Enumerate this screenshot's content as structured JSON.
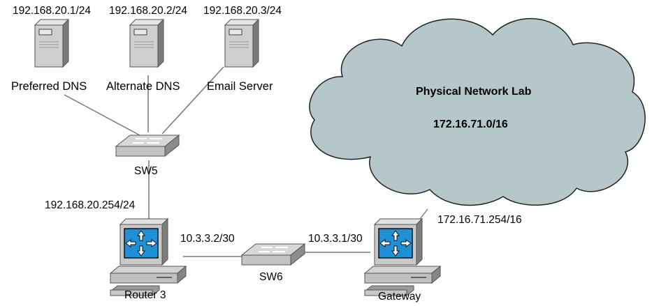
{
  "servers": [
    {
      "ip": "192.168.20.1/24",
      "name": "Preferred DNS"
    },
    {
      "ip": "192.168.20.2/24",
      "name": "Alternate DNS"
    },
    {
      "ip": "192.168.20.3/24",
      "name": "Email Server"
    }
  ],
  "switches": {
    "sw5": "SW5",
    "sw6": "SW6"
  },
  "router3": {
    "name": "Router 3",
    "lan_ip": "192.168.20.254/24",
    "wan_ip": "10.3.3.2/30"
  },
  "gateway": {
    "name": "Gateway",
    "inner_ip": "10.3.3.1/30",
    "outer_ip": "172.16.71.254/16"
  },
  "cloud": {
    "title": "Physical Network Lab",
    "subnet": "172.16.71.0/16"
  },
  "colors": {
    "cloud_fill": "#b5c7c8",
    "router_screen": "#1f8fd6",
    "device_gray": "#c8c8c8",
    "line": "#777777"
  }
}
